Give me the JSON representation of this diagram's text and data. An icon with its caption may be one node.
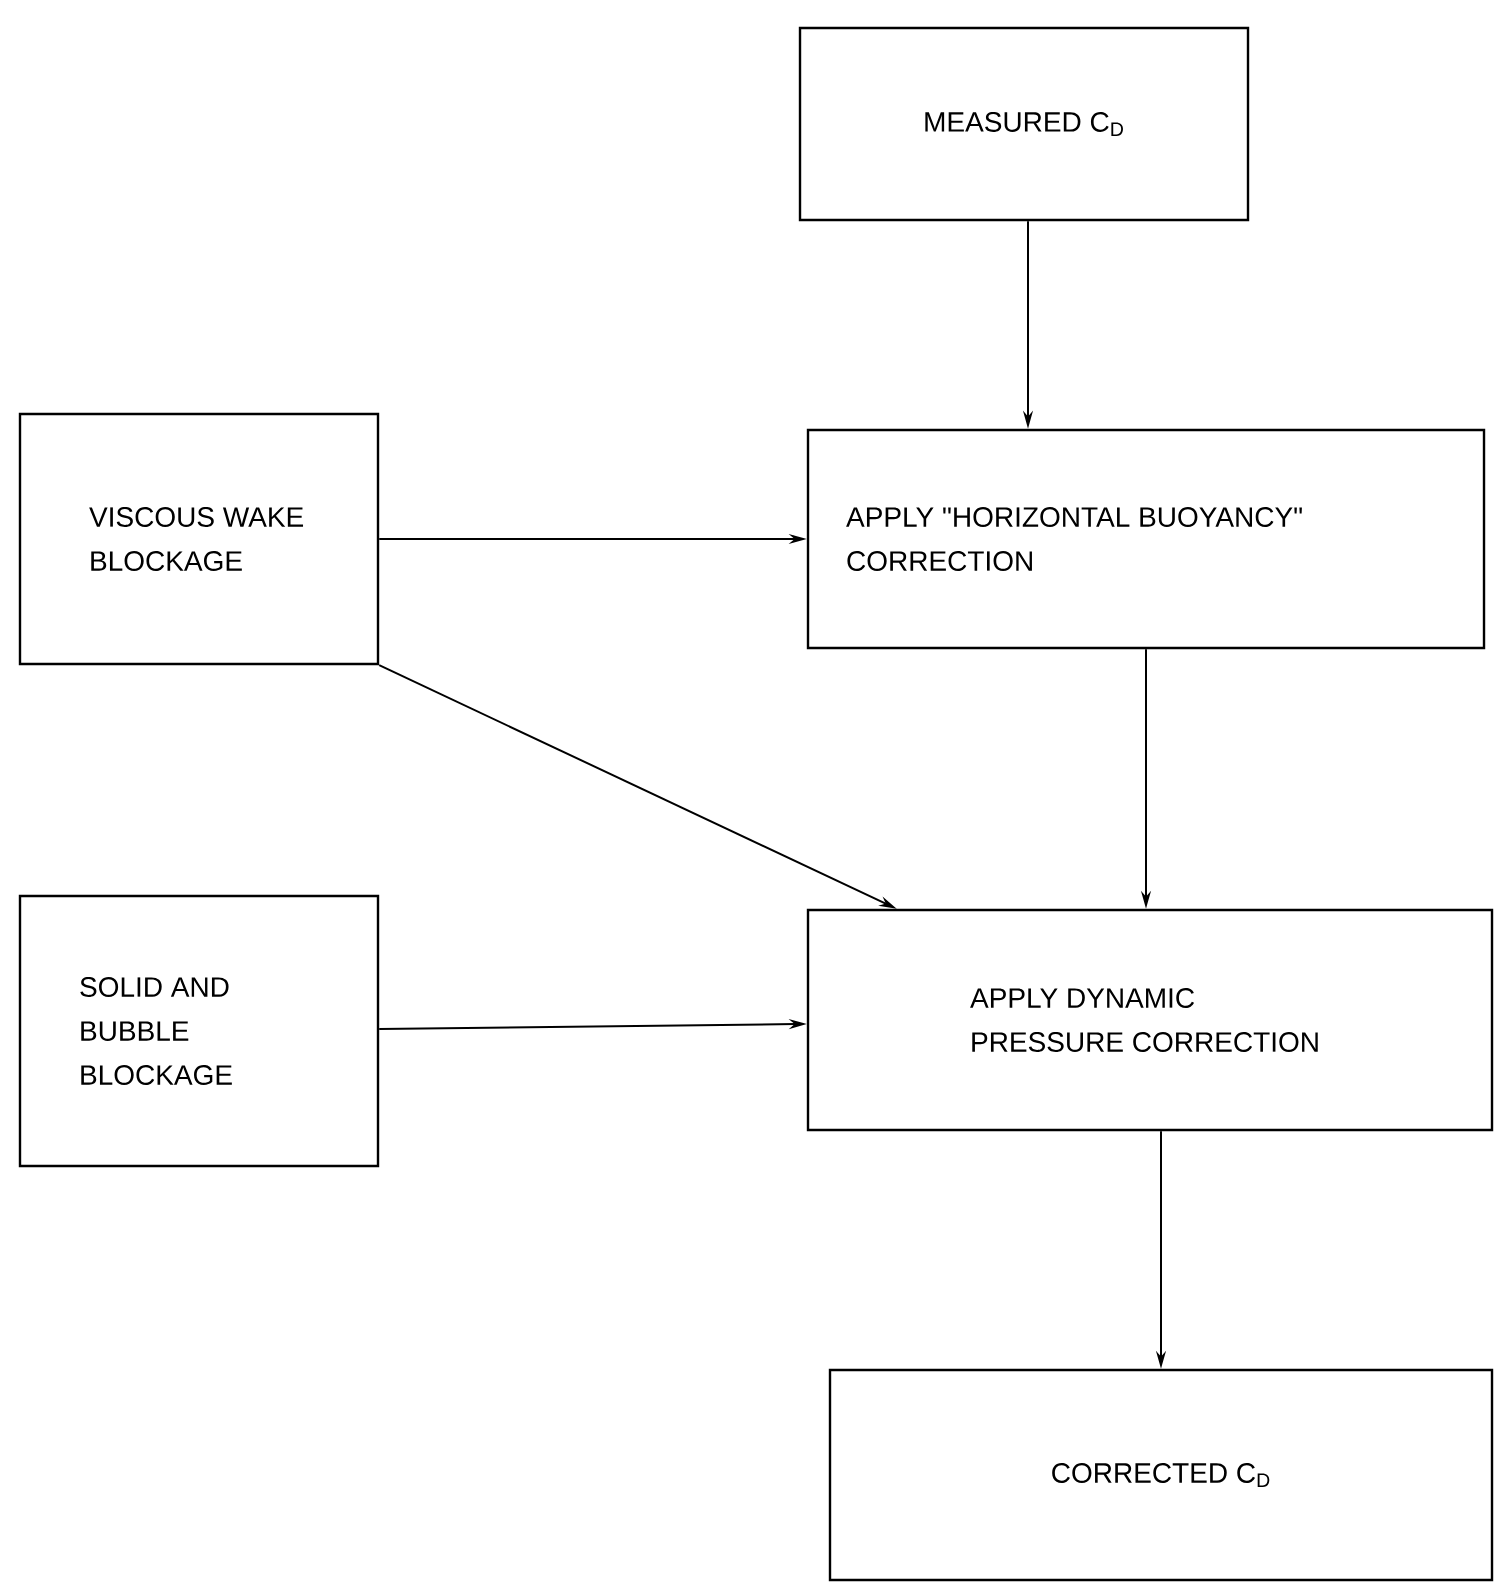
{
  "diagram": {
    "nodes": [
      {
        "text": [
          "MEASURED C$_{D}$"
        ]
      },
      {
        "text": [
          "VISCOUS WAKE BLOCKAGE"
        ]
      },
      {
        "text": [
          "APPLY \"HORIZONTAL BUOYANCY\" CORRECTION"
        ]
      },
      {
        "text": [
          "SOLID AND BUBBLE BLOCKAGE"
        ]
      },
      {
        "text": [
          "APPLY DYNAMIC PRESSURE CORRECTION"
        ]
      },
      {
        "text": [
          "CORRECTED C$_{D}$"
        ]
      }
    ],
    "edges": [
      {
        "from": 0,
        "to": 2,
        "arrow": "to"
      },
      {
        "from": 1,
        "to": 2,
        "arrow": "to"
      },
      {
        "from": 1,
        "to": 4,
        "arrow": "to"
      },
      {
        "from": 2,
        "to": 4,
        "arrow": "to"
      },
      {
        "from": 3,
        "to": 4,
        "arrow": "to"
      },
      {
        "from": 4,
        "to": 5,
        "arrow": "to"
      }
    ]
  }
}
